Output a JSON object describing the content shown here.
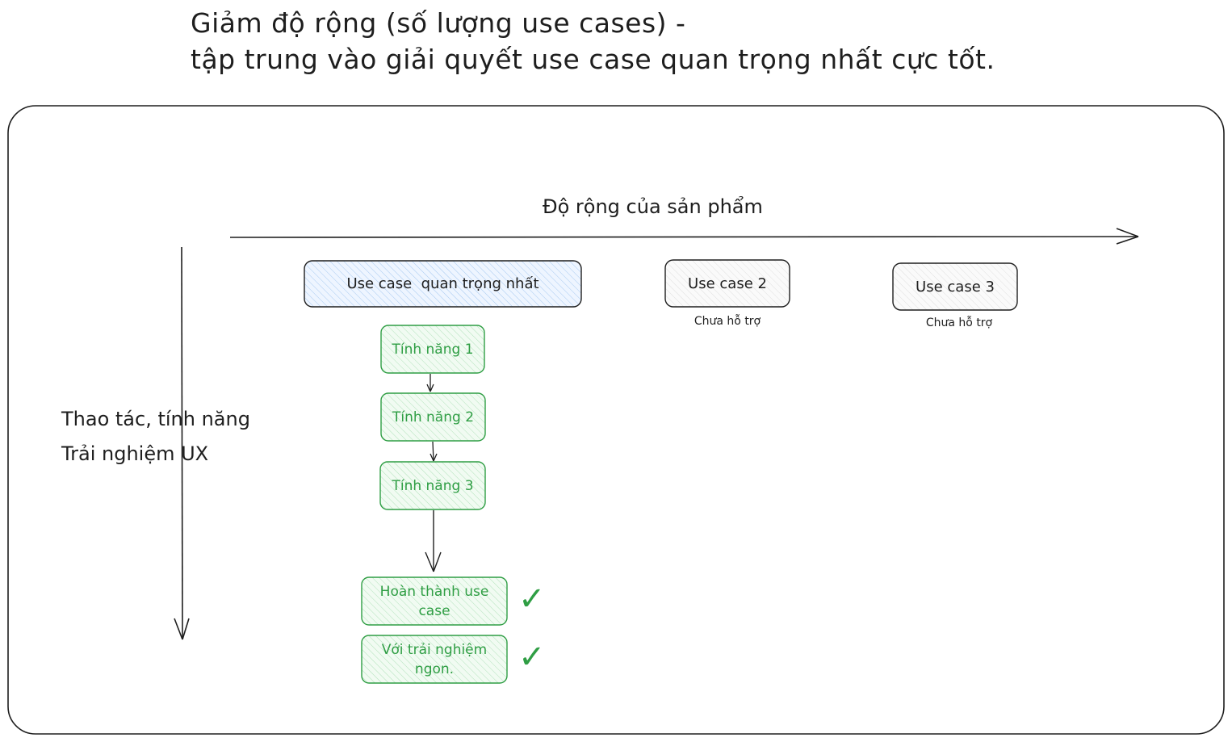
{
  "title": {
    "line1": "Giảm độ rộng (số lượng use cases) -",
    "line2": "tập trung vào giải quyết use case quan trọng nhất cực tốt."
  },
  "axis": {
    "horizontal_label": "Độ rộng của sản phẩm",
    "vertical_label_line1": "Thao tác, tính năng",
    "vertical_label_line2": "Trải nghiệm UX"
  },
  "use_cases": [
    {
      "label": "Use case  quan trọng nhất",
      "status": ""
    },
    {
      "label": "Use case 2",
      "status": "Chưa hỗ trợ"
    },
    {
      "label": "Use case 3",
      "status": "Chưa hỗ trợ"
    }
  ],
  "features": [
    {
      "label": "Tính năng 1"
    },
    {
      "label": "Tính năng 2"
    },
    {
      "label": "Tính năng 3"
    }
  ],
  "outcomes": [
    {
      "label": "Hoàn thành use case",
      "checked": true
    },
    {
      "label": "Với trải nghiệm ngon.",
      "checked": true
    }
  ],
  "colors": {
    "stroke": "#1e1e1e",
    "green": "#2f9e44",
    "green_fill": "#d3f9d8",
    "blue_fill": "#dbeafe",
    "gray_fill": "#f1f3f5"
  }
}
